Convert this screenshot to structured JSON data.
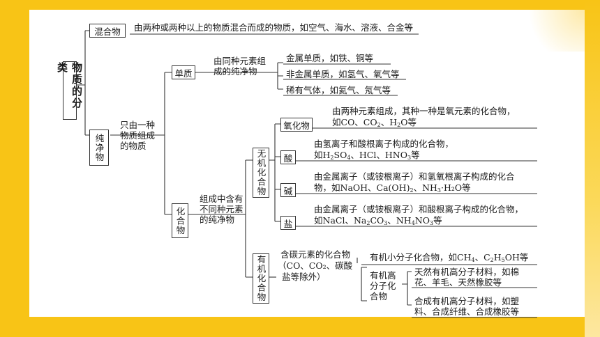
{
  "root": "物质的分类",
  "mixture": {
    "label": "混合物",
    "desc": "由两种或两种以上的物质混合而成的物质，如空气、海水、溶液、合金等"
  },
  "pure": {
    "label": "纯净物",
    "desc_lines": [
      "只由一种",
      "物质组成",
      "的物质"
    ]
  },
  "element": {
    "label": "单质",
    "desc_lines": [
      "由同种元素组",
      "成的纯净物"
    ],
    "items": [
      "金属单质，如铁、铜等",
      "非金属单质，如氢气、氧气等",
      "稀有气体，如氦气、氖气等"
    ]
  },
  "compound": {
    "label": "化合物",
    "desc_lines": [
      "组成中含有",
      "不同种元素",
      "的纯净物"
    ]
  },
  "inorganic": {
    "label": "无机化合物",
    "oxide": {
      "label": "氧化物",
      "line1": "由两种元素组成，其种一种是氧元素的化合物，",
      "line2_prefix": "如CO、CO",
      "line2_a": "2",
      "line2_mid": "、H",
      "line2_b": "2",
      "line2_end": "O等"
    },
    "acid": {
      "label": "酸",
      "line1": "由氢离子和酸根离子构成的化合物，",
      "line2_prefix": "如H",
      "line2_a": "2",
      "line2_mid": "SO",
      "line2_b": "4",
      "line2_mid2": "、HCl、HNO",
      "line2_c": "3",
      "line2_end": "等"
    },
    "base": {
      "label": "碱",
      "line1": "由金属离子（或铵根离子）和氢氧根离子构成的化合",
      "line2_prefix": "物，如NaOH、Ca(OH)",
      "line2_a": "2",
      "line2_mid": "、NH",
      "line2_b": "3",
      "line2_end": "·H₂O等"
    },
    "salt": {
      "label": "盐",
      "line1": "由金属离子（或铵根离子）和酸根离子构成的化合物，",
      "line2_prefix": "如NaCl、Na",
      "line2_a": "2",
      "line2_mid": "CO",
      "line2_b": "3",
      "line2_mid2": "、NH",
      "line2_c": "4",
      "line2_mid3": "NO",
      "line2_d": "3",
      "line2_end": "等"
    }
  },
  "organic": {
    "label": "有机化合物",
    "desc_lines": [
      "含碳元素的化合物",
      "（CO、CO₂、碳酸",
      "盐等除外）"
    ],
    "small": {
      "prefix": "有机小分子化合物，如CH",
      "a": "4",
      "mid": "、C",
      "b": "2",
      "mid2": "H",
      "c": "5",
      "end": "OH等"
    },
    "polymer": {
      "label_lines": [
        "有机高",
        "分子化",
        "合物"
      ],
      "natural_lines": [
        "天然有机高分子材料，如棉",
        "花、羊毛、天然橡胶等"
      ],
      "synthetic_lines": [
        "合成有机高分子材料，如塑",
        "料、合成纤维、合成橡胶等"
      ]
    }
  }
}
